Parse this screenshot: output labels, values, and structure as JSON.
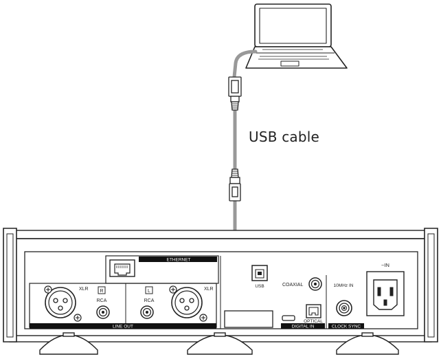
{
  "diagram": {
    "cable_label": "USB cable",
    "panel_labels": {
      "ethernet": "ETHERNET",
      "line_out": "LINE OUT",
      "xlr_left": "XLR",
      "xlr_right": "XLR",
      "rca_left": "RCA",
      "rca_right": "RCA",
      "channel_r": "R",
      "channel_l": "L",
      "usb": "USB",
      "coaxial": "COAXIAL",
      "optical": "OPTICAL",
      "digital_in": "DIGITAL IN",
      "clock_in": "10MHz IN",
      "clock_sync": "CLOCK SYNC",
      "ac_in": "~IN"
    }
  }
}
